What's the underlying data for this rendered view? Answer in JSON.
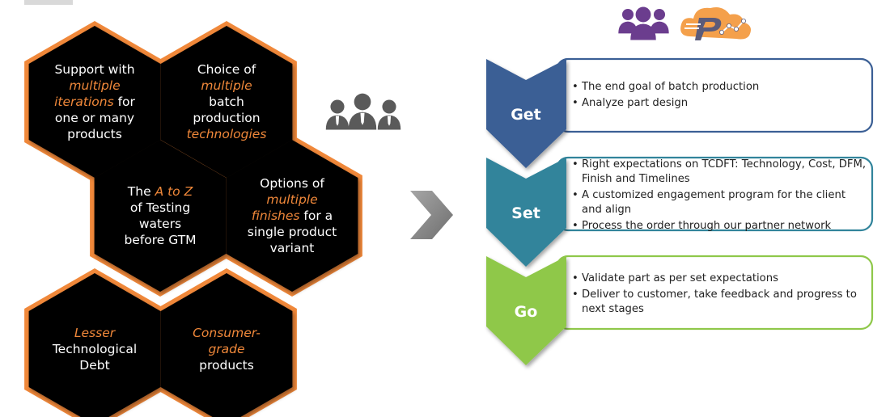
{
  "hexagons": [
    {
      "id": "iterations",
      "parts": [
        {
          "t": "Support with",
          "hl": false
        },
        {
          "t": "multiple",
          "hl": true
        },
        {
          "t": "iterations",
          "hl": true,
          "nobr": true
        },
        {
          "t": " for",
          "hl": false
        },
        {
          "t": "one or many",
          "hl": false
        },
        {
          "t": "products",
          "hl": false
        }
      ]
    },
    {
      "id": "technologies",
      "parts": [
        {
          "t": "Choice of",
          "hl": false
        },
        {
          "t": "multiple",
          "hl": true
        },
        {
          "t": "batch",
          "hl": false
        },
        {
          "t": "production",
          "hl": false
        },
        {
          "t": "technologies",
          "hl": true
        }
      ]
    },
    {
      "id": "a-to-z",
      "parts": [
        {
          "t": "The ",
          "hl": false
        },
        {
          "t": "A to Z",
          "hl": true,
          "nobr": true
        },
        {
          "t": "of Testing",
          "hl": false
        },
        {
          "t": "waters",
          "hl": false
        },
        {
          "t": "before GTM",
          "hl": false
        }
      ]
    },
    {
      "id": "finishes",
      "parts": [
        {
          "t": "Options of",
          "hl": false
        },
        {
          "t": "multiple",
          "hl": true
        },
        {
          "t": "finishes",
          "hl": true
        },
        {
          "t": " for a",
          "hl": false,
          "nobr": true
        },
        {
          "t": "single product",
          "hl": false
        },
        {
          "t": "variant",
          "hl": false
        }
      ]
    },
    {
      "id": "technological-debt",
      "parts": [
        {
          "t": "Lesser",
          "hl": true
        },
        {
          "t": "Technological",
          "hl": false
        },
        {
          "t": "Debt",
          "hl": false
        }
      ]
    },
    {
      "id": "consumer-grade",
      "parts": [
        {
          "t": "Consumer-",
          "hl": true
        },
        {
          "t": "grade",
          "hl": true
        },
        {
          "t": "products",
          "hl": false
        }
      ]
    }
  ],
  "stages": [
    {
      "label": "Get",
      "color": "#3b5f95",
      "bullets": [
        "The end goal of batch production",
        "Analyze part design"
      ]
    },
    {
      "label": "Set",
      "color": "#31849b",
      "bullets": [
        "Right expectations on TCDFT: Technology, Cost, DFM, Finish and Timelines",
        "A customized engagement program for the client and align",
        "Process the order through our partner network"
      ]
    },
    {
      "label": "Go",
      "color": "#8fc84a",
      "bullets": [
        "Validate part as per set expectations",
        "Deliver to customer, take feedback and progress to next stages"
      ]
    }
  ],
  "colors": {
    "hex_fill": "#000000",
    "accent": "#f0883a",
    "chevron": "#8c8c8c",
    "icon_gray": "#5a5a5a",
    "people_purple": "#6b3d8e",
    "cloud_orange": "#f4a04b",
    "logo_dark": "#5b5b7a"
  },
  "icons": {
    "people_gray": "people-group-icon",
    "people_purple": "people-group-icon",
    "logo": "cloud-logo-icon",
    "arrow": "chevron-right-icon"
  }
}
